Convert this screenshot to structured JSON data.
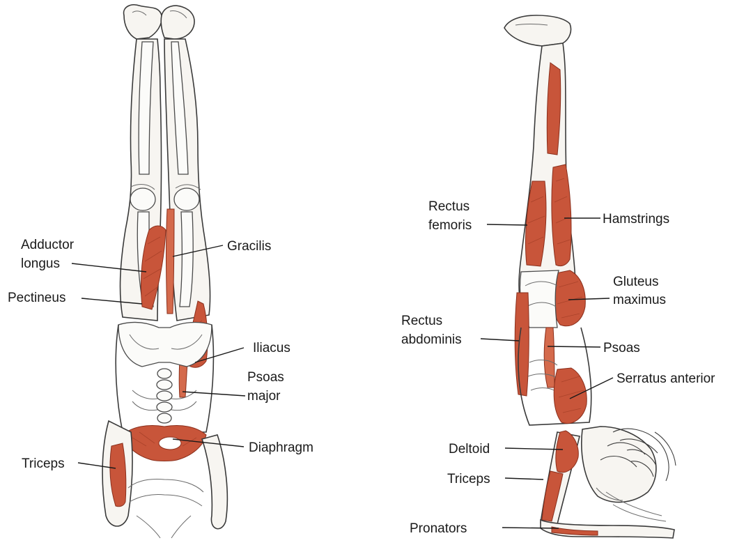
{
  "figure_left": {
    "labels": {
      "adductor_longus": [
        "Adductor",
        "longus"
      ],
      "gracilis": "Gracilis",
      "pectineus": "Pectineus",
      "iliacus": "Iliacus",
      "psoas_major": [
        "Psoas",
        "major"
      ],
      "diaphragm": "Diaphragm",
      "triceps": "Triceps"
    }
  },
  "figure_right": {
    "labels": {
      "rectus_femoris": [
        "Rectus",
        "femoris"
      ],
      "hamstrings": "Hamstrings",
      "gluteus_maximus": [
        "Gluteus",
        "maximus"
      ],
      "rectus_abdominis": [
        "Rectus",
        "abdominis"
      ],
      "psoas": "Psoas",
      "serratus_anterior": "Serratus anterior",
      "deltoid": "Deltoid",
      "triceps": "Triceps",
      "pronators": "Pronators"
    }
  },
  "colors": {
    "muscle": "#c8553a",
    "muscle_light": "#d46a4c",
    "bone": "#fbfbf9",
    "outline": "#3a3a3a"
  }
}
